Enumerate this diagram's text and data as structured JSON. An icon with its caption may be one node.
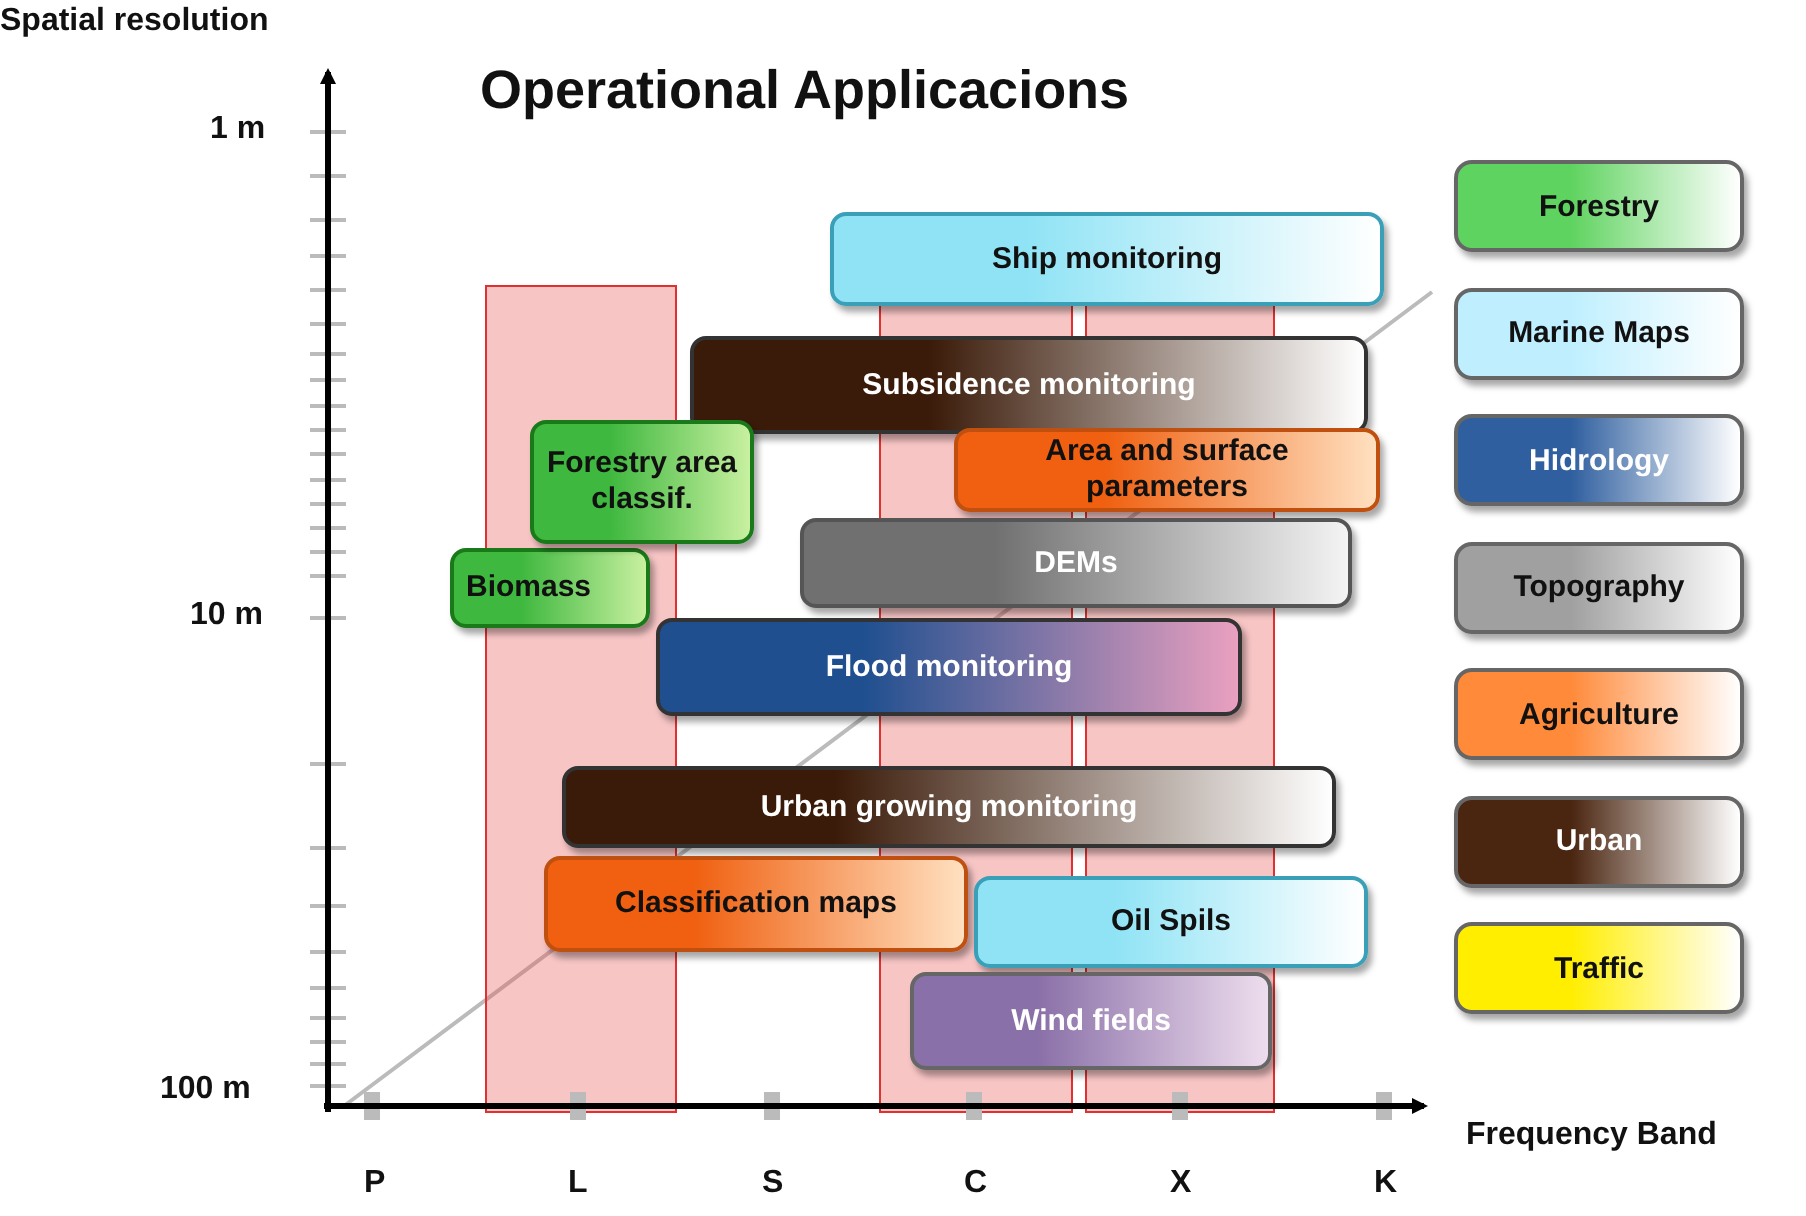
{
  "diagram": {
    "title": "Operational Applicacions",
    "nodes": [
      {
        "text": [
          "Ship monitoring"
        ]
      },
      {
        "text": [
          "Subsidence monitoring"
        ]
      },
      {
        "text": [
          "Forestry area classif."
        ]
      },
      {
        "text": [
          "Area and surface parameters"
        ]
      },
      {
        "text": [
          "Biomass"
        ]
      },
      {
        "text": [
          "DEMs"
        ]
      },
      {
        "text": [
          "Flood monitoring"
        ]
      },
      {
        "text": [
          "Urban growing monitoring"
        ]
      },
      {
        "text": [
          "Classification maps"
        ]
      },
      {
        "text": [
          "Oil Spils"
        ]
      },
      {
        "text": [
          "Wind fields"
        ]
      }
    ],
    "labels": [
      "Spatial resolution",
      "1 m",
      "10 m",
      "100 m",
      "Frequency Band",
      "P",
      "L",
      "S",
      "C",
      "X",
      "K"
    ],
    "legend": [
      {
        "text": "Forestry",
        "color": "#5fd35f"
      },
      {
        "text": "Marine Maps",
        "color": "#bfefff"
      },
      {
        "text": "Hidrology",
        "color": "#2f5f9f"
      },
      {
        "text": "Topography",
        "color": "#a0a0a0"
      },
      {
        "text": "Agriculture",
        "color": "#ff8a3a"
      },
      {
        "text": "Urban",
        "color": "#4a2510"
      },
      {
        "text": "Traffic",
        "color": "#ffee00"
      }
    ]
  }
}
